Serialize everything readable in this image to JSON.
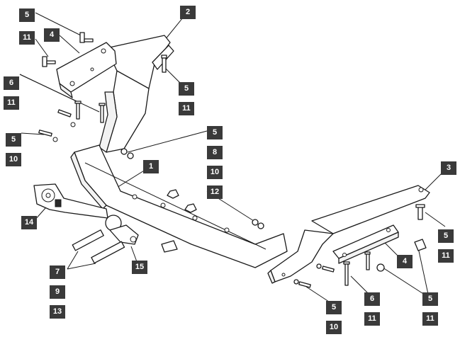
{
  "labels": {
    "l5a": "5",
    "l11a": "11",
    "l4a": "4",
    "l2": "2",
    "l5b": "5",
    "l11b": "11",
    "l6a": "6",
    "l11c": "11",
    "l5c": "5",
    "l10a": "10",
    "l5d": "5",
    "l8": "8",
    "l10b": "10",
    "l12": "12",
    "l1": "1",
    "l3": "3",
    "l14": "14",
    "l15": "15",
    "l5e": "5",
    "l11d": "11",
    "l4b": "4",
    "l7": "7",
    "l9": "9",
    "l13": "13",
    "l5f": "5",
    "l10c": "10",
    "l6b": "6",
    "l11e": "11",
    "l5g": "5",
    "l11f": "11"
  }
}
